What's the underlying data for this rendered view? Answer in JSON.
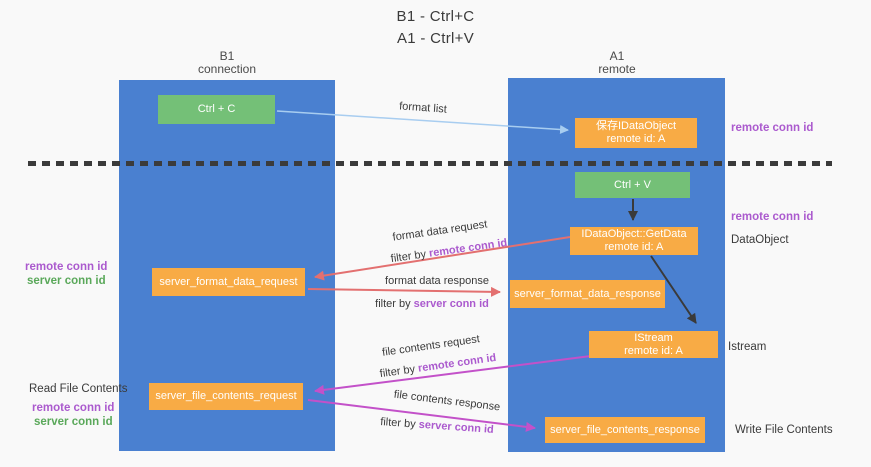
{
  "title": {
    "line1": "B1 - Ctrl+C",
    "line2": "A1 - Ctrl+V"
  },
  "lifelines": {
    "left": {
      "name": "B1",
      "role": "connection"
    },
    "right": {
      "name": "A1",
      "role": "remote"
    }
  },
  "boxes": {
    "ctrl_c": {
      "label": "Ctrl + C"
    },
    "ctrl_v": {
      "label": "Ctrl + V"
    },
    "save_idataobject": {
      "line1": "保存IDataObject",
      "line2": "remote id: A"
    },
    "getdata": {
      "line1": "IDataObject::GetData",
      "line2": "remote id: A"
    },
    "istream": {
      "line1": "IStream",
      "line2": "remote id: A"
    },
    "format_request": {
      "label": "server_format_data_request"
    },
    "format_response": {
      "label": "server_format_data_response"
    },
    "file_request": {
      "label": "server_file_contents_request"
    },
    "file_response": {
      "label": "server_file_contents_response"
    }
  },
  "arrow_labels": {
    "format_list": "format list",
    "format_data_request": "format data request",
    "format_data_response": "format data response",
    "file_contents_request": "file contents request",
    "file_contents_response": "file contents response",
    "filter_by": "filter by "
  },
  "annotations": {
    "remote_conn_id": "remote conn id",
    "server_conn_id": "server conn id",
    "dataobject": "DataObject",
    "istream": "Istream",
    "read_file_contents": "Read File Contents",
    "write_file_contents": "Write File Contents"
  },
  "colors": {
    "lifeline_blue": "#4a80d0",
    "box_orange": "#f8ab45",
    "box_green": "#74c077",
    "arrow_red": "#e37070",
    "arrow_magenta": "#c351c9",
    "arrow_light_blue": "#a8cdf0",
    "arrow_black": "#3a3a3a",
    "text_purple": "#ab5ace",
    "text_green": "#5aa85a"
  }
}
